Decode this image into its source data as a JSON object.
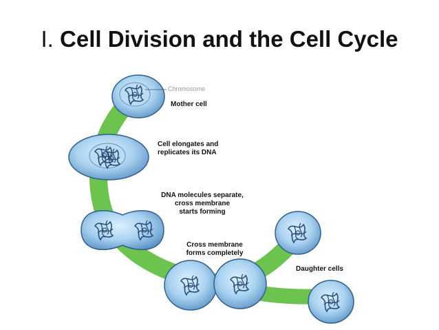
{
  "slide": {
    "title_numeral": "I.",
    "title_text": "Cell Division and the Cell Cycle"
  },
  "diagram": {
    "chromosome_label": "Chromosome",
    "stages": [
      {
        "id": "mother",
        "lines": [
          "Mother cell"
        ]
      },
      {
        "id": "elongate",
        "lines": [
          "Cell elongates and",
          "replicates its DNA"
        ]
      },
      {
        "id": "separate",
        "lines": [
          "DNA molecules separate,",
          "cross membrane",
          "starts forming"
        ]
      },
      {
        "id": "cross",
        "lines": [
          "Cross membrane",
          "forms completely"
        ]
      },
      {
        "id": "daughter",
        "lines": [
          "Daughter cells"
        ]
      }
    ],
    "colors": {
      "path": "#6cc44f",
      "cell_fill": "#8fc3e6",
      "cell_edge": "#2f5f8c",
      "dna": "#2a4d78"
    }
  }
}
